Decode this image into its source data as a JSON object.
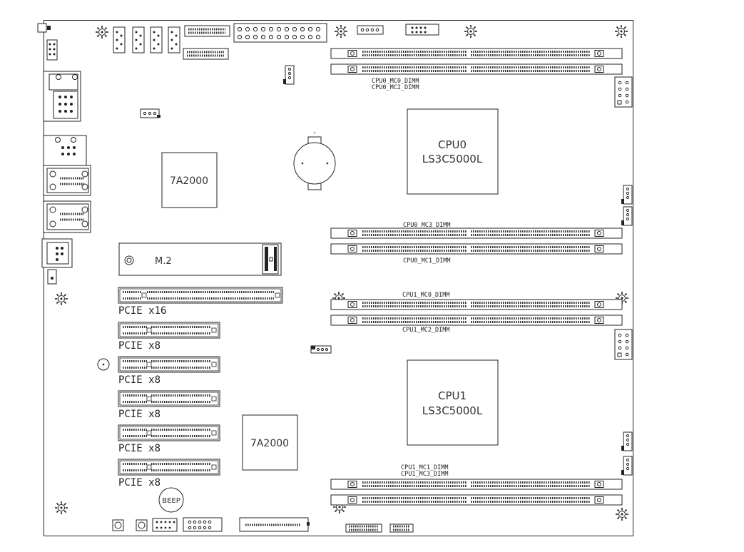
{
  "colors": {
    "outline": "#222222",
    "text": "#333333",
    "background": "#ffffff"
  },
  "labels": {
    "cpu0_name": "CPU0",
    "cpu0_model": "LS3C5000L",
    "cpu1_name": "CPU1",
    "cpu1_model": "LS3C5000L",
    "bridge_top": "7A2000",
    "bridge_bottom": "7A2000",
    "m2": "M.2",
    "pcie_x16": "PCIE x16",
    "pcie_x8": "PCIE x8",
    "beep": "BEEP",
    "dimm_cpu0_mc0": "CPU0_MC0_DIMM",
    "dimm_cpu0_mc2": "CPU0_MC2_DIMM",
    "dimm_cpu0_mc3": "CPU0_MC3_DIMM",
    "dimm_cpu0_mc1": "CPU0_MC1_DIMM",
    "dimm_cpu1_mc0": "CPU1_MC0_DIMM",
    "dimm_cpu1_mc2": "CPU1_MC2_DIMM",
    "dimm_cpu1_mc1": "CPU1_MC1_DIMM",
    "dimm_cpu1_mc3": "CPU1_MC3_DIMM"
  }
}
